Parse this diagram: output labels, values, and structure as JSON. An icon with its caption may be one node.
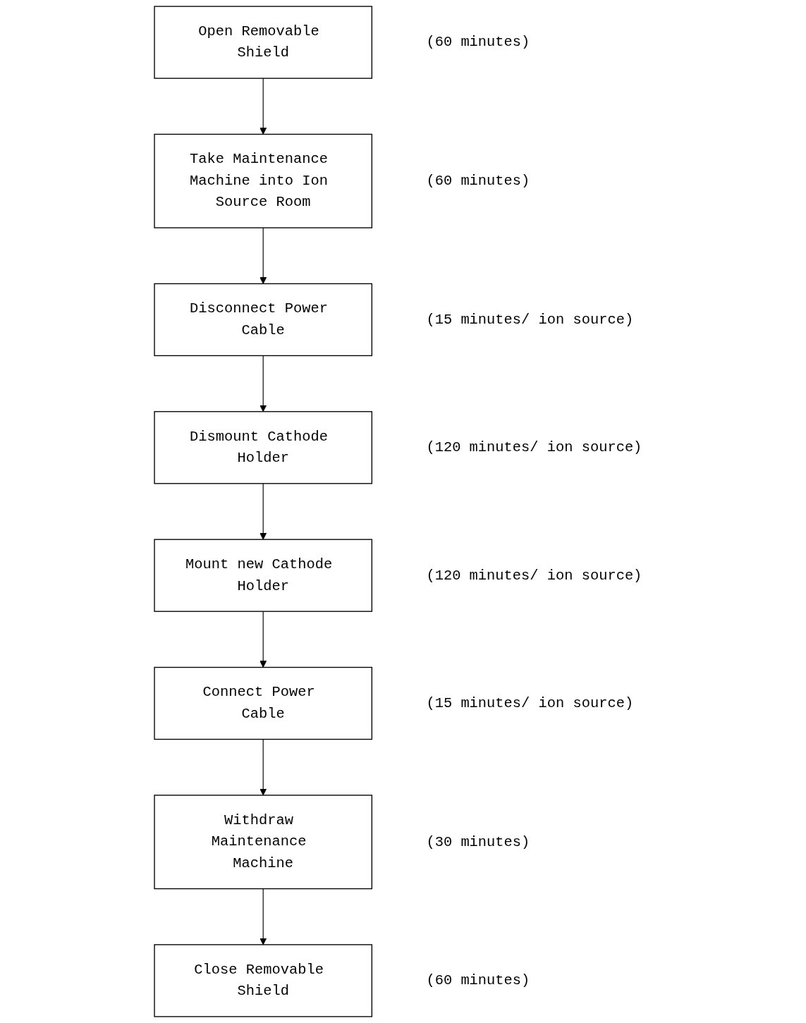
{
  "diagram": {
    "nodes": [
      {
        "text": [
          "Open Removable Shield"
        ],
        "beside": [
          "(60 minutes)"
        ]
      },
      {
        "text": [
          "Take Maintenance Machine into Ion Source Room"
        ],
        "beside": [
          "(60 minutes)"
        ]
      },
      {
        "text": [
          "Disconnect Power Cable"
        ],
        "beside": [
          "(15 minutes/ ion source)"
        ]
      },
      {
        "text": [
          "Dismount Cathode Holder"
        ],
        "beside": [
          "(120 minutes/ ion source)"
        ]
      },
      {
        "text": [
          "Mount new Cathode Holder"
        ],
        "beside": [
          "(120 minutes/ ion source)"
        ]
      },
      {
        "text": [
          "Connect Power Cable"
        ],
        "beside": [
          "(15 minutes/ ion source)"
        ]
      },
      {
        "text": [
          "Withdraw Maintenance Machine"
        ],
        "beside": [
          "(30 minutes)"
        ]
      },
      {
        "text": [
          "Close Removable Shield"
        ],
        "beside": [
          "(60 minutes)"
        ]
      }
    ],
    "edges": [
      {
        "from": 0,
        "to": 1,
        "arrow": "to"
      },
      {
        "from": 1,
        "to": 2,
        "arrow": "to"
      },
      {
        "from": 2,
        "to": 3,
        "arrow": "to"
      },
      {
        "from": 3,
        "to": 4,
        "arrow": "to"
      },
      {
        "from": 4,
        "to": 5,
        "arrow": "to"
      },
      {
        "from": 5,
        "to": 6,
        "arrow": "to"
      },
      {
        "from": 6,
        "to": 7,
        "arrow": "to"
      }
    ]
  }
}
